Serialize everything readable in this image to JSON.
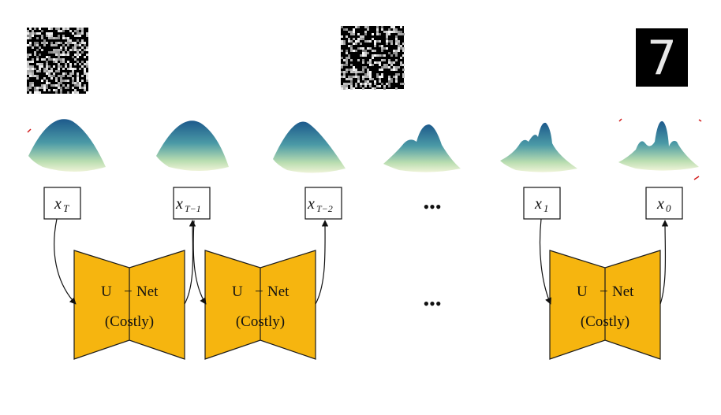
{
  "images": [
    {
      "kind": "noise",
      "seed": 3
    },
    {
      "kind": "noise",
      "seed": 7
    },
    {
      "kind": "digit",
      "digit": "7"
    }
  ],
  "surfaces": [
    {
      "shape": "single-broad"
    },
    {
      "shape": "single-broad"
    },
    {
      "shape": "single-shifted"
    },
    {
      "shape": "double"
    },
    {
      "shape": "triple"
    },
    {
      "shape": "multi-peak"
    }
  ],
  "states": [
    {
      "var": "x",
      "sub": "T"
    },
    {
      "var": "x",
      "sub": "T−1"
    },
    {
      "var": "x",
      "sub": "T−2"
    },
    {
      "var": "x",
      "sub": "1"
    },
    {
      "var": "x",
      "sub": "0"
    }
  ],
  "ellipsis": "•••",
  "unet_blocks": [
    {
      "line1_left": "U",
      "line1_mid": "−",
      "line1_right": "Net",
      "line2": "(Costly)"
    },
    {
      "line1_left": "U",
      "line1_mid": "−",
      "line1_right": "Net",
      "line2": "(Costly)"
    },
    {
      "line1_left": "U",
      "line1_mid": "−",
      "line1_right": "Net",
      "line2": "(Costly)"
    }
  ],
  "colors": {
    "unet_fill": "#f6b50f",
    "unet_stroke": "#1a1a1a",
    "surface_top": "#1d5a8c",
    "surface_mid": "#4b9aa6",
    "surface_low": "#b9ddb0",
    "surface_base": "#eef3d8",
    "image_bg": "#000000"
  }
}
